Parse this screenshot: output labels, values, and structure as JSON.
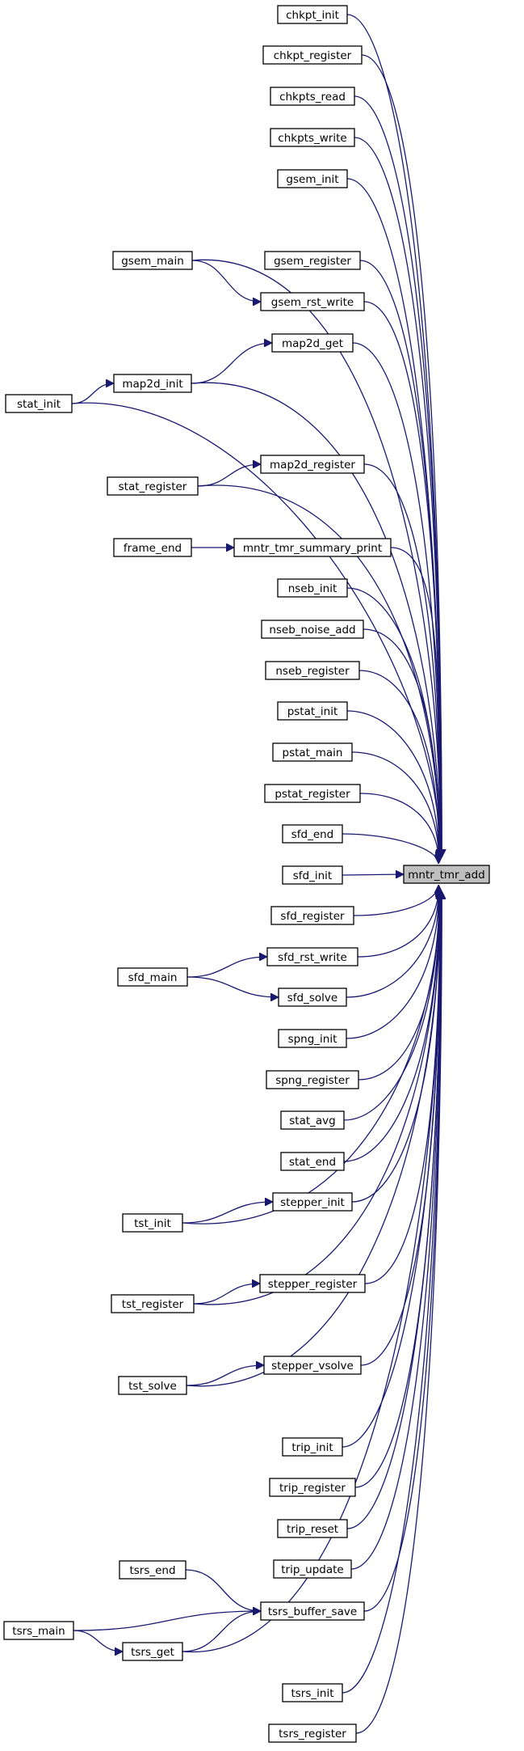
{
  "graph": {
    "target": "mntr_tmr_add",
    "colors": {
      "edge": "#191970",
      "node_border": "#000000",
      "target_fill": "#bfbfbf",
      "node_fill": "#ffffff"
    },
    "nodes": {
      "n_target": "mntr_tmr_add",
      "chkpt_init": "chkpt_init",
      "chkpt_register": "chkpt_register",
      "chkpts_read": "chkpts_read",
      "chkpts_write": "chkpts_write",
      "gsem_init": "gsem_init",
      "gsem_main": "gsem_main",
      "gsem_register": "gsem_register",
      "gsem_rst_write": "gsem_rst_write",
      "map2d_get": "map2d_get",
      "map2d_init": "map2d_init",
      "stat_init": "stat_init",
      "map2d_register": "map2d_register",
      "stat_register": "stat_register",
      "frame_end": "frame_end",
      "mntr_tmr_summary_print": "mntr_tmr_summary_print",
      "nseb_init": "nseb_init",
      "nseb_noise_add": "nseb_noise_add",
      "nseb_register": "nseb_register",
      "pstat_init": "pstat_init",
      "pstat_main": "pstat_main",
      "pstat_register": "pstat_register",
      "sfd_end": "sfd_end",
      "sfd_init": "sfd_init",
      "sfd_register": "sfd_register",
      "sfd_rst_write": "sfd_rst_write",
      "sfd_main": "sfd_main",
      "sfd_solve": "sfd_solve",
      "spng_init": "spng_init",
      "spng_register": "spng_register",
      "stat_avg": "stat_avg",
      "stat_end": "stat_end",
      "stepper_init": "stepper_init",
      "tst_init": "tst_init",
      "stepper_register": "stepper_register",
      "tst_register": "tst_register",
      "stepper_vsolve": "stepper_vsolve",
      "tst_solve": "tst_solve",
      "trip_init": "trip_init",
      "trip_register": "trip_register",
      "trip_reset": "trip_reset",
      "trip_update": "trip_update",
      "tsrs_end": "tsrs_end",
      "tsrs_buffer_save": "tsrs_buffer_save",
      "tsrs_main": "tsrs_main",
      "tsrs_get": "tsrs_get",
      "tsrs_init": "tsrs_init",
      "tsrs_register": "tsrs_register"
    }
  }
}
